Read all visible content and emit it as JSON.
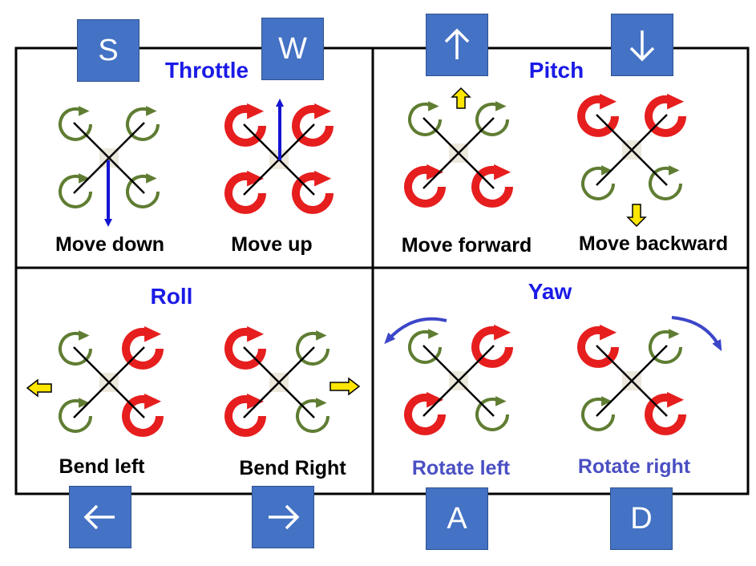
{
  "colors": {
    "frame": "#000000",
    "key_fill": "#4472C4",
    "key_text": "#ffffff",
    "title": "#1a1ae6",
    "caption": "#000000",
    "caption_yaw": "#4a4fc2",
    "rotor_red": "#e61e1e",
    "rotor_green": "#5f7d32",
    "yellow_arrow": "#ffe600",
    "blue_arrow": "#1414d2",
    "curve_arrow": "#3c46c8"
  },
  "keys": {
    "s": "S",
    "w": "W",
    "up": "up-arrow-icon",
    "down": "down-arrow-icon",
    "left": "left-arrow-icon",
    "right": "right-arrow-icon",
    "a": "A",
    "d": "D"
  },
  "panels": {
    "throttle": {
      "title": "Throttle",
      "left_caption": "Move down",
      "right_caption": "Move up",
      "left_rotors": [
        "green",
        "green",
        "green",
        "green"
      ],
      "right_rotors": [
        "red",
        "red",
        "red",
        "red"
      ]
    },
    "pitch": {
      "title": "Pitch",
      "left_caption": "Move forward",
      "right_caption": "Move backward",
      "left_rotors": [
        "green",
        "green",
        "red",
        "red"
      ],
      "right_rotors": [
        "red",
        "red",
        "green",
        "green"
      ]
    },
    "roll": {
      "title": "Roll",
      "left_caption": "Bend left",
      "right_caption": "Bend Right",
      "left_rotors": [
        "green",
        "red",
        "green",
        "red"
      ],
      "right_rotors": [
        "red",
        "green",
        "red",
        "green"
      ]
    },
    "yaw": {
      "title": "Yaw",
      "left_caption": "Rotate left",
      "right_caption": "Rotate right",
      "left_rotors": [
        "green",
        "red",
        "red",
        "green"
      ],
      "right_rotors": [
        "red",
        "green",
        "green",
        "red"
      ]
    }
  }
}
